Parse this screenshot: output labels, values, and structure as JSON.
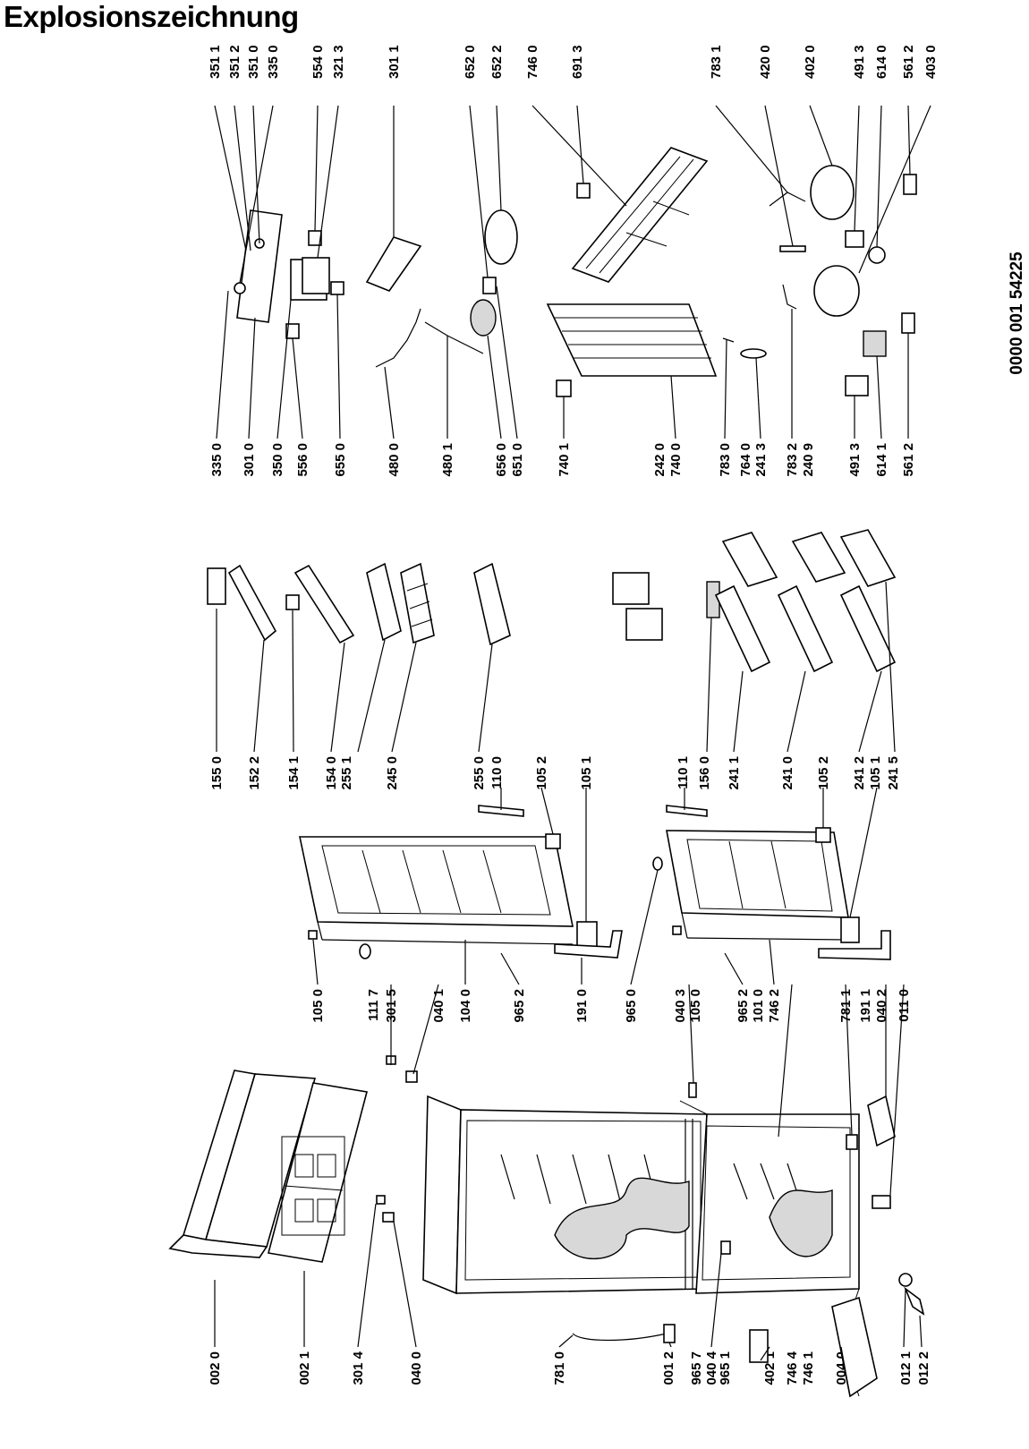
{
  "title": "Explosionszeichnung",
  "drawing_code": "0000 001 54225",
  "labels_bottom": [
    "002 0",
    "002 1",
    "301 4",
    "040 0",
    "781 0",
    "001 2",
    "965 7",
    "040 4",
    "965 1",
    "402 1",
    "746 4",
    "746 1",
    "004 0",
    "012 1",
    "012 2"
  ],
  "labels_row2": [
    "105 0",
    "111 7",
    "301 5",
    "040 1",
    "104 0",
    "965 2",
    "191 0",
    "965 0",
    "040 3",
    "105 0",
    "965 2",
    "101 0",
    "746 2",
    "781 1",
    "191 1",
    "040 2",
    "011 0"
  ],
  "labels_row3": [
    "155 0",
    "152 2",
    "154 1",
    "154 0",
    "255 1",
    "245 0",
    "255 0",
    "110 0",
    "105 2",
    "105 1",
    "110 1",
    "156 0",
    "241 1",
    "241 0",
    "105 2",
    "241 2",
    "105 1",
    "241 5"
  ],
  "labels_row4": [
    "335 0",
    "301 0",
    "350 0",
    "556 0",
    "655 0",
    "480 0",
    "480 1",
    "656 0",
    "651 0",
    "740 1",
    "242 0",
    "740 0",
    "783 0",
    "764 0",
    "241 3",
    "783 2",
    "240 9",
    "491 3",
    "614 1",
    "561 2"
  ],
  "labels_top": [
    "351 1",
    "351 2",
    "351 0",
    "335 0",
    "554 0",
    "321 3",
    "301 1",
    "652 0",
    "652 2",
    "746 0",
    "691 3",
    "783 1",
    "420 0",
    "402 0",
    "491 3",
    "614 0",
    "561 2",
    "403 0"
  ]
}
